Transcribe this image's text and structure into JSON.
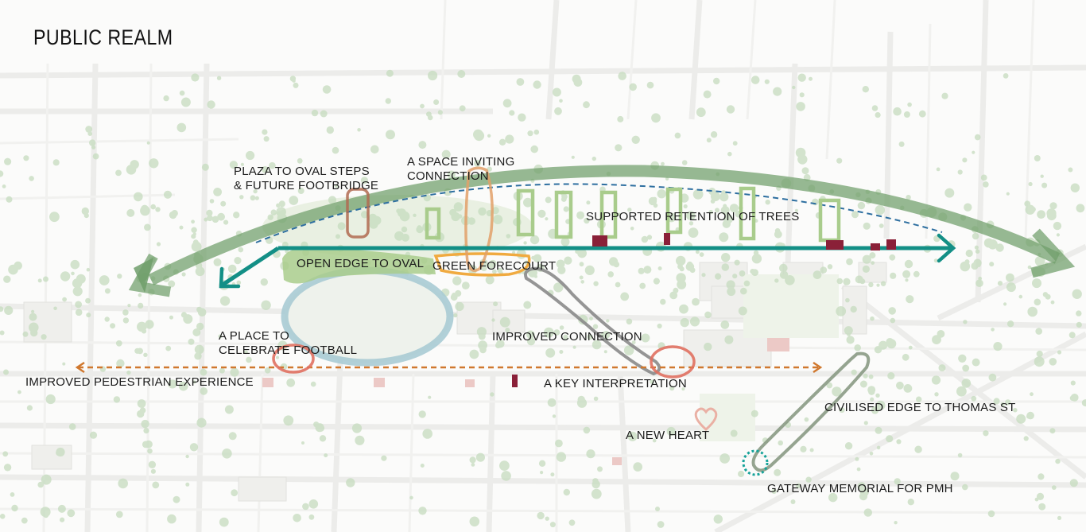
{
  "title": "PUBLIC REALM",
  "labels": {
    "plaza_line1": "PLAZA TO OVAL STEPS",
    "plaza_line2": "& FUTURE FOOTBRIDGE",
    "space_line1": "A SPACE INVITING",
    "space_line2": "CONNECTION",
    "retention": "SUPPORTED RETENTION OF TREES",
    "open_edge": "OPEN EDGE TO OVAL",
    "green_forecourt": "GREEN FORECOURT",
    "place_line1": "A PLACE TO",
    "place_line2": "CELEBRATE FOOTBALL",
    "improved_connection": "IMPROVED CONNECTION",
    "pedestrian": "IMPROVED PEDESTRIAN EXPERIENCE",
    "interpretation": "A KEY INTERPRETATION",
    "civilised": "CIVILISED EDGE TO THOMAS ST",
    "new_heart": "A NEW HEART",
    "gateway": "GATEWAY MEMORIAL FOR PMH"
  },
  "colors": {
    "green_arc": "#6f9e6a",
    "teal_arrow": "#138f86",
    "blue_dash": "#2e6fa0",
    "orange_dash": "#d0782e",
    "oval_ring": "#a9cbd4",
    "red_ring": "#e07060",
    "orange_ring": "#f0aa40",
    "gray_ring": "#8a8a8a",
    "brown_ring": "#b06a50",
    "light_green_ring": "#a9cc8c",
    "gateway_dots": "#17a39a",
    "marker": "#8a2038"
  }
}
